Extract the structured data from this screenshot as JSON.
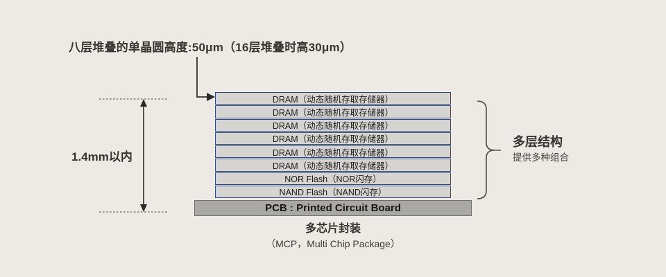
{
  "diagram": {
    "title": "八层堆叠的单晶圆高度:50μm（16层堆叠时高30μm）",
    "dimension": {
      "label": "1.4mm以内"
    },
    "stack": {
      "layers": [
        "DRAM（动态随机存取存储器）",
        "DRAM（动态随机存取存储器）",
        "DRAM（动态随机存取存储器）",
        "DRAM（动态随机存取存储器）",
        "DRAM（动态随机存取存储器）",
        "DRAM（动态随机存取存储器）",
        "NOR Flash（NOR闪存）",
        "NAND Flash（NAND闪存）"
      ]
    },
    "pcb": {
      "label": "PCB : Printed Circuit Board"
    },
    "brace_note": {
      "title": "多层结构",
      "subtitle": "提供多种组合"
    },
    "caption": {
      "title": "多芯片封装",
      "subtitle": "（MCP，Multi Chip Package）"
    },
    "colors": {
      "background": "#edeae5",
      "layer_fill": "#d6d4d0",
      "layer_border": "#2e4b87",
      "pcb_fill": "#a9a8a5",
      "pcb_border": "#73716e",
      "line": "#4a4744",
      "text": "#363230"
    }
  }
}
